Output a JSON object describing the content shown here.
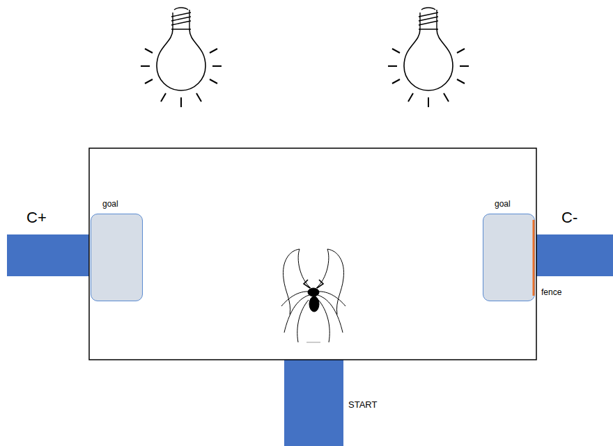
{
  "diagram": {
    "nodes": [
      {
        "text": [
          "goal"
        ]
      },
      {
        "text": [
          "goal"
        ]
      }
    ],
    "labels": [
      "C+",
      "C-",
      "fence",
      "START"
    ]
  }
}
